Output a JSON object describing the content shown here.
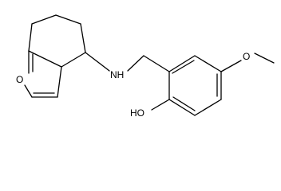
{
  "atoms": {
    "furan_oxygen": "O",
    "amine": "NH",
    "hydroxyl": "HO",
    "methoxy_oxygen": "O"
  },
  "colors": {
    "bond": "#000000",
    "label": "#000000",
    "background": "#ffffff"
  }
}
